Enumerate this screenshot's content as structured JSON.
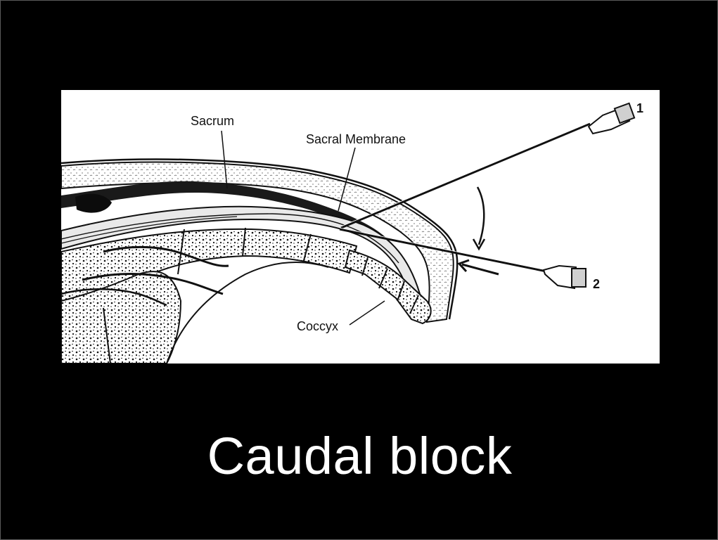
{
  "slide": {
    "title": "Caudal block",
    "background_color": "#000000",
    "title_color": "#ffffff"
  },
  "diagram": {
    "labels": {
      "sacrum": "Sacrum",
      "sacral_membrane": "Sacral Membrane",
      "coccyx": "Coccyx"
    },
    "needles": [
      {
        "number": "1"
      },
      {
        "number": "2"
      }
    ]
  }
}
